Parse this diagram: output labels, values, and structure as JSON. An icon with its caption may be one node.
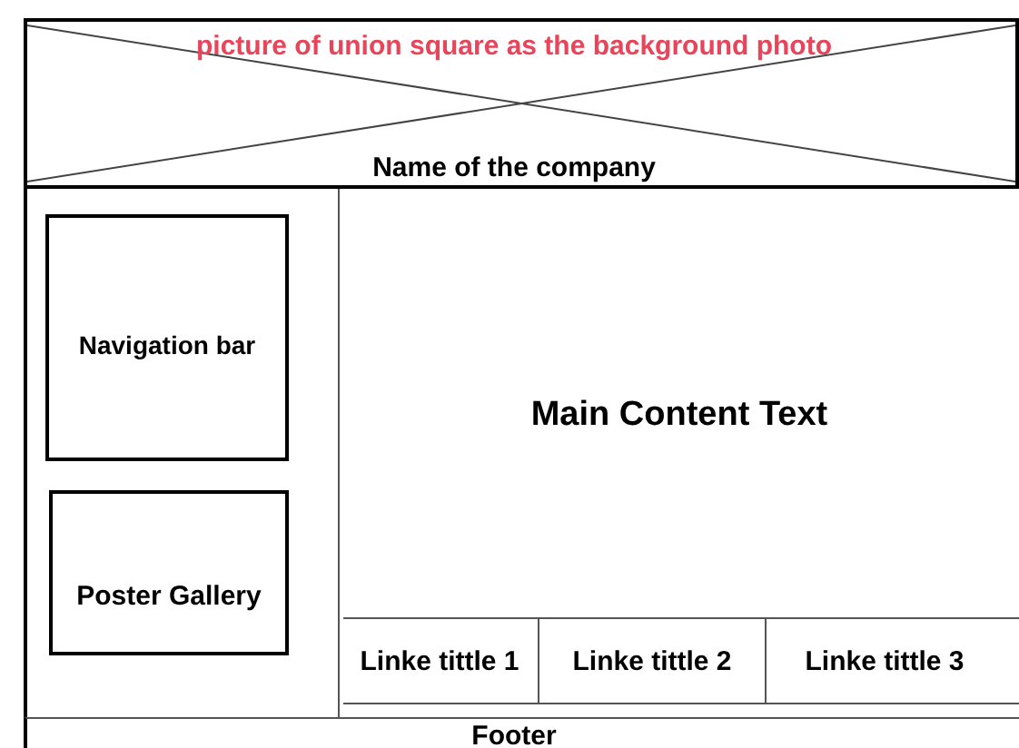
{
  "diagram": {
    "nodes": [
      {
        "text": [
          "picture of union square as the background photo",
          "Name of the company"
        ]
      },
      {
        "text": [],
        "shape": "box"
      },
      {
        "text": [
          "Navigation bar"
        ],
        "in": 1
      },
      {
        "text": [
          "Poster Gallery"
        ],
        "in": 1
      },
      {
        "text": [
          "Main Content Text"
        ]
      },
      {
        "text": [
          "Linke tittle 1"
        ],
        "in": 4
      },
      {
        "text": [
          "Linke tittle 2"
        ],
        "in": 4
      },
      {
        "text": [
          "Linke tittle 3"
        ],
        "in": 4
      },
      {
        "text": [
          "Footer"
        ]
      }
    ],
    "edges": []
  }
}
